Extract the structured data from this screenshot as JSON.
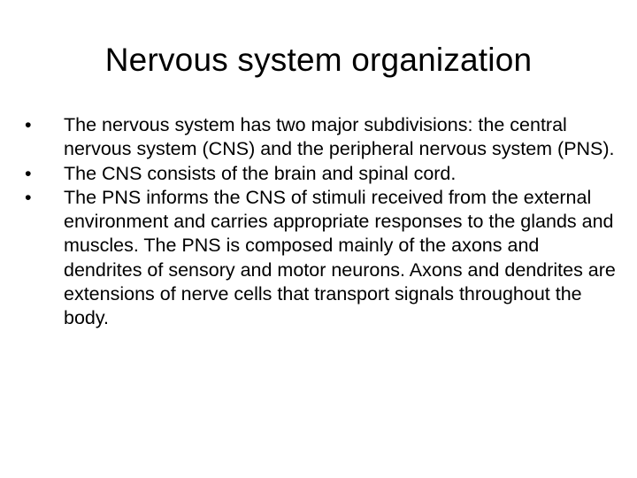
{
  "slide": {
    "title": "Nervous system organization",
    "bullets": [
      {
        "marker": "•",
        "text": "The nervous system has two major subdivisions: the central nervous system (CNS) and the peripheral nervous system (PNS)."
      },
      {
        "marker": "•",
        "text": "The CNS consists of the brain and spinal cord."
      },
      {
        "marker": "•",
        "text": "The PNS informs the CNS of stimuli received from the external environment and carries appropriate responses to the glands and muscles.  The PNS is composed mainly of the axons and dendrites of sensory and motor neurons.  Axons and dendrites are extensions of nerve cells that transport signals throughout the body."
      }
    ]
  }
}
